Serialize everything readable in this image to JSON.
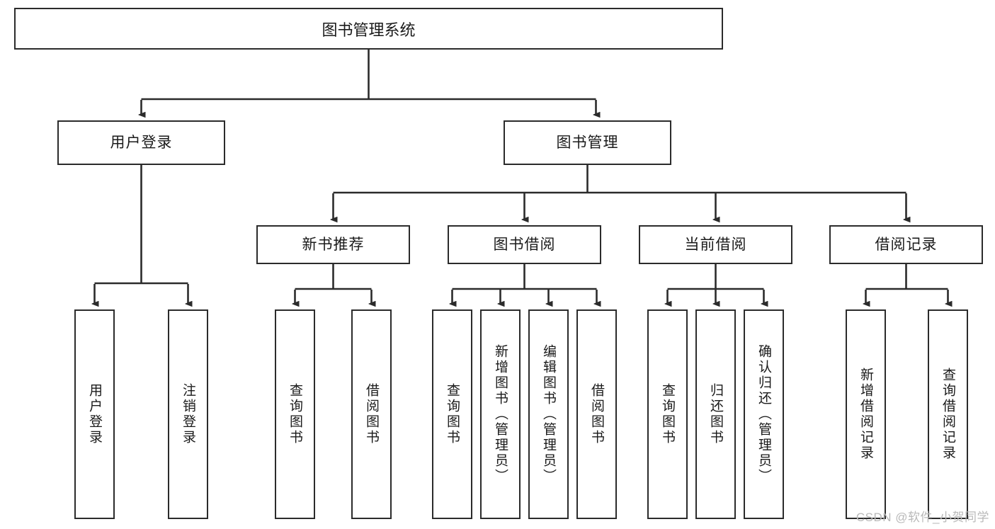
{
  "diagram": {
    "title": "图书管理系统",
    "type": "tree-hierarchy-diagram",
    "watermark": "CSDN @软件_小贺同学",
    "colors": {
      "box_border": "#2b2b2b",
      "box_fill": "#ffffff",
      "connector": "#2b2b2b",
      "text": "#1a1a1a",
      "watermark": "#b9b9b9",
      "background": "#ffffff"
    },
    "root": {
      "id": "root",
      "label": "图书管理系统"
    },
    "level2": [
      {
        "id": "user-login",
        "label": "用户登录"
      },
      {
        "id": "book-manage",
        "label": "图书管理"
      }
    ],
    "level3": [
      {
        "id": "new-book-recommend",
        "label": "新书推荐",
        "parent": "book-manage"
      },
      {
        "id": "book-borrow",
        "label": "图书借阅",
        "parent": "book-manage"
      },
      {
        "id": "current-borrow",
        "label": "当前借阅",
        "parent": "book-manage"
      },
      {
        "id": "borrow-record",
        "label": "借阅记录",
        "parent": "book-manage"
      }
    ],
    "leaves": [
      {
        "id": "leaf-user-login",
        "label": "用户登录",
        "parent": "user-login"
      },
      {
        "id": "leaf-user-logout",
        "label": "注销登录",
        "parent": "user-login"
      },
      {
        "id": "leaf-query-book-1",
        "label": "查询图书",
        "parent": "new-book-recommend"
      },
      {
        "id": "leaf-borrow-book-1",
        "label": "借阅图书",
        "parent": "new-book-recommend"
      },
      {
        "id": "leaf-query-book-2",
        "label": "查询图书",
        "parent": "book-borrow"
      },
      {
        "id": "leaf-add-book",
        "label": "新增图书（管理员）",
        "parent": "book-borrow"
      },
      {
        "id": "leaf-edit-book",
        "label": "编辑图书（管理员）",
        "parent": "book-borrow"
      },
      {
        "id": "leaf-borrow-book-2",
        "label": "借阅图书",
        "parent": "book-borrow"
      },
      {
        "id": "leaf-query-book-3",
        "label": "查询图书",
        "parent": "current-borrow"
      },
      {
        "id": "leaf-return-book",
        "label": "归还图书",
        "parent": "current-borrow"
      },
      {
        "id": "leaf-confirm-return",
        "label": "确认归还（管理员）",
        "parent": "current-borrow"
      },
      {
        "id": "leaf-add-record",
        "label": "新增借阅记录",
        "parent": "borrow-record"
      },
      {
        "id": "leaf-query-record",
        "label": "查询借阅记录",
        "parent": "borrow-record"
      }
    ]
  }
}
